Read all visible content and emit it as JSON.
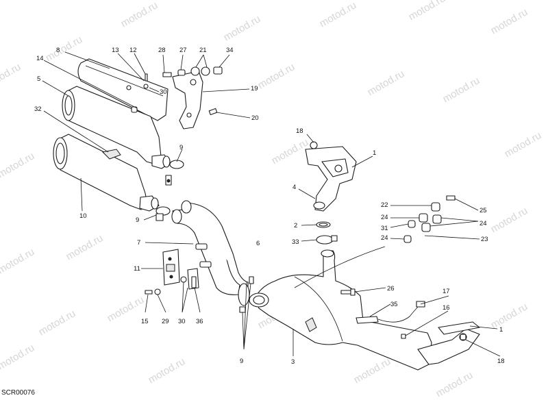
{
  "watermark": "motod.ru",
  "drawing_code": "SCR00076",
  "callouts": {
    "c8": "8",
    "c13": "13",
    "c12": "12",
    "c28": "28",
    "c27": "27",
    "c21": "21",
    "c34": "34",
    "c14": "14",
    "c30a": "30",
    "c19": "19",
    "c5": "5",
    "c20": "20",
    "c32": "32",
    "c9a": "9",
    "c18a": "18",
    "c1a": "1",
    "c4": "4",
    "c10": "10",
    "c9b": "9",
    "c22": "22",
    "c25": "25",
    "c24a": "24",
    "c24b": "24",
    "c31": "31",
    "c24c": "24",
    "c23": "23",
    "c2": "2",
    "c33": "33",
    "c7": "7",
    "c6": "6",
    "c11": "11",
    "c26": "26",
    "c17": "17",
    "c35": "35",
    "c16": "16",
    "c1b": "1",
    "c15": "15",
    "c29": "29",
    "c30b": "30",
    "c36": "36",
    "c9c": "9",
    "c3": "3",
    "c18b": "18"
  }
}
